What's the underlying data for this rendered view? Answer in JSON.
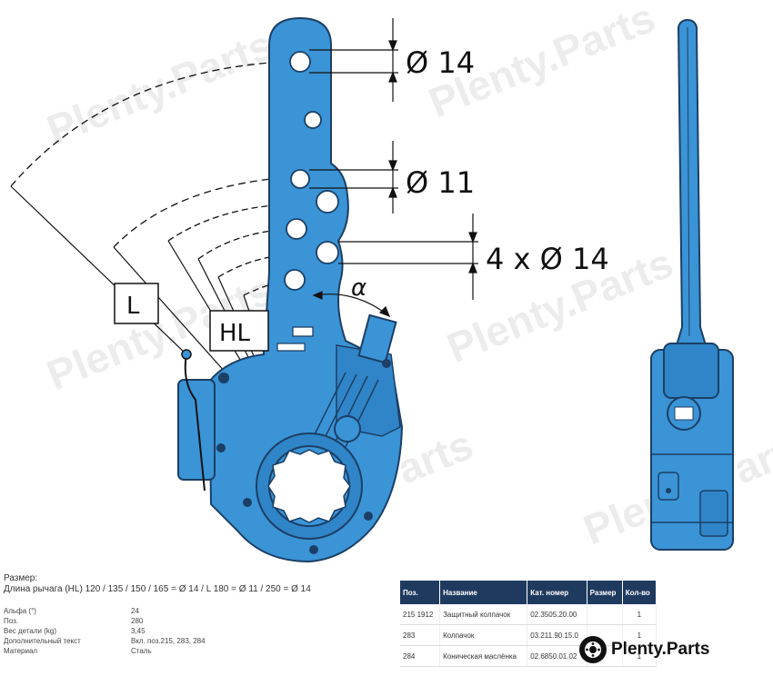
{
  "dimensions": {
    "hole_top": "Ø 14",
    "hole_mid": "Ø 11",
    "holes_group": "4 x Ø 14",
    "angle": "α",
    "label_L": "L",
    "label_HL": "HL"
  },
  "watermark": "Plenty.Parts",
  "info": {
    "size_heading": "Размер:",
    "size_line": "Длина рычага (HL) 120 / 135 / 150 / 165 = Ø 14 / L 180 = Ø 11 / 250 = Ø 14",
    "properties": [
      {
        "key": "Альфа (°)",
        "value": "24"
      },
      {
        "key": "Поз.",
        "value": "280"
      },
      {
        "key": "Вес детали (kg)",
        "value": "3,45"
      },
      {
        "key": "Дополнительный текст",
        "value": "Вкл. поз.215, 283, 284"
      },
      {
        "key": "Материал",
        "value": "Сталь"
      }
    ]
  },
  "parts_table": {
    "headers": [
      "Поз.",
      "Название",
      "Кат. номер",
      "Размер",
      "Кол-во"
    ],
    "rows": [
      [
        "215 1912",
        "Защитный колпачок",
        "02.3505.20.00",
        "",
        "1"
      ],
      [
        "283",
        "Колпачок",
        "03.211.90.15.0",
        "",
        "1"
      ],
      [
        "284",
        "Коническая маслёнка",
        "02.6850.01.02",
        "",
        "1"
      ]
    ]
  },
  "brand": {
    "name": "Plenty.Parts",
    "logo_color": "#111111"
  },
  "colors": {
    "part_blue": "#3a94d6",
    "part_dark": "#1c3f66",
    "header_navy": "#1f3a5f"
  }
}
